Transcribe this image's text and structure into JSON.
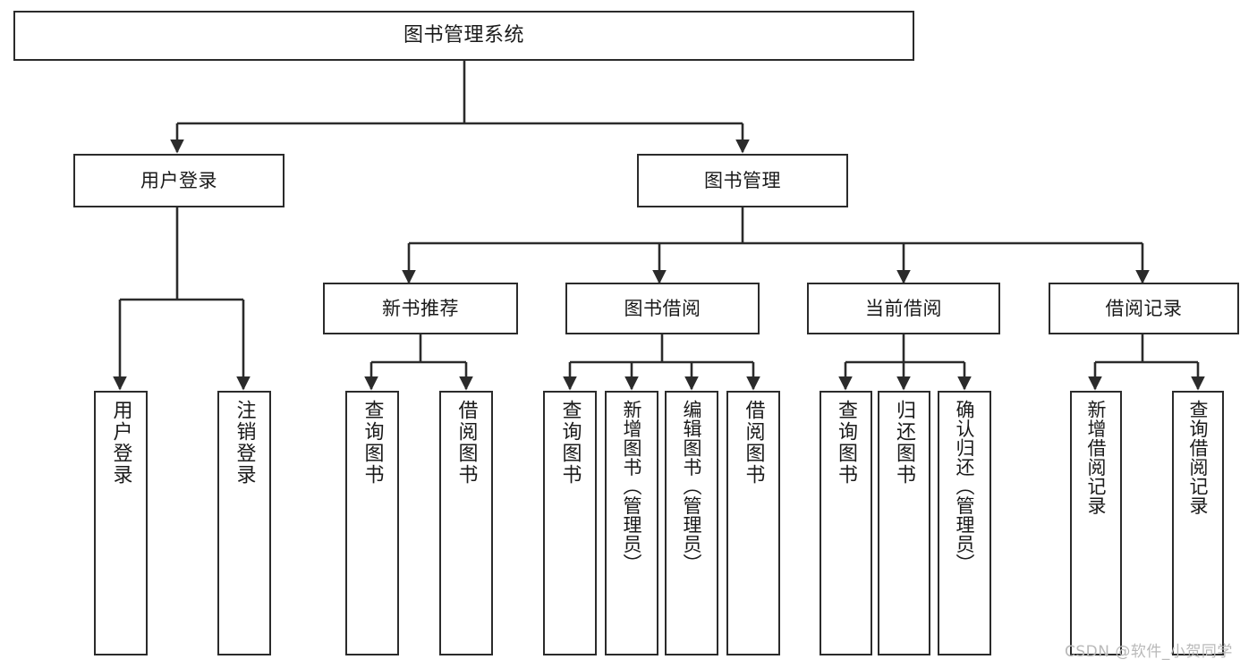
{
  "diagram": {
    "title": "图书管理系统",
    "type": "tree-hierarchy-chart",
    "watermark": "CSDN @软件_小贺同学",
    "colors": {
      "stroke": "#2b2b2b",
      "fill": "#ffffff",
      "text": "#1a1a1a",
      "watermark": "#b9b9b9"
    },
    "levels": {
      "root": {
        "label": "图书管理系统"
      },
      "modules": [
        {
          "label": "用户登录"
        },
        {
          "label": "图书管理"
        }
      ],
      "submodules": [
        {
          "label": "新书推荐"
        },
        {
          "label": "图书借阅"
        },
        {
          "label": "当前借阅"
        },
        {
          "label": "借阅记录"
        }
      ],
      "leaves": {
        "user_login": [
          {
            "label": "用户登录"
          },
          {
            "label": "注销登录"
          }
        ],
        "new_book_recommend": [
          {
            "label": "查询图书"
          },
          {
            "label": "借阅图书"
          }
        ],
        "book_borrow": [
          {
            "label": "查询图书"
          },
          {
            "label": "新增图书（管理员）"
          },
          {
            "label": "编辑图书（管理员）"
          },
          {
            "label": "借阅图书"
          }
        ],
        "current_borrow": [
          {
            "label": "查询图书"
          },
          {
            "label": "归还图书"
          },
          {
            "label": "确认归还（管理员）"
          }
        ],
        "borrow_record": [
          {
            "label": "新增借阅记录"
          },
          {
            "label": "查询借阅记录"
          }
        ]
      }
    }
  },
  "chart_data": {
    "type": "table",
    "title": "图书管理系统 功能结构图",
    "nodes": [
      {
        "id": "root",
        "label": "图书管理系统",
        "level": 0,
        "parent": null
      },
      {
        "id": "m1",
        "label": "用户登录",
        "level": 1,
        "parent": "root"
      },
      {
        "id": "m2",
        "label": "图书管理",
        "level": 1,
        "parent": "root"
      },
      {
        "id": "m1c1",
        "label": "用户登录",
        "level": 2,
        "parent": "m1"
      },
      {
        "id": "m1c2",
        "label": "注销登录",
        "level": 2,
        "parent": "m1"
      },
      {
        "id": "s1",
        "label": "新书推荐",
        "level": 2,
        "parent": "m2"
      },
      {
        "id": "s2",
        "label": "图书借阅",
        "level": 2,
        "parent": "m2"
      },
      {
        "id": "s3",
        "label": "当前借阅",
        "level": 2,
        "parent": "m2"
      },
      {
        "id": "s4",
        "label": "借阅记录",
        "level": 2,
        "parent": "m2"
      },
      {
        "id": "s1c1",
        "label": "查询图书",
        "level": 3,
        "parent": "s1"
      },
      {
        "id": "s1c2",
        "label": "借阅图书",
        "level": 3,
        "parent": "s1"
      },
      {
        "id": "s2c1",
        "label": "查询图书",
        "level": 3,
        "parent": "s2"
      },
      {
        "id": "s2c2",
        "label": "新增图书（管理员）",
        "level": 3,
        "parent": "s2"
      },
      {
        "id": "s2c3",
        "label": "编辑图书（管理员）",
        "level": 3,
        "parent": "s2"
      },
      {
        "id": "s2c4",
        "label": "借阅图书",
        "level": 3,
        "parent": "s2"
      },
      {
        "id": "s3c1",
        "label": "查询图书",
        "level": 3,
        "parent": "s3"
      },
      {
        "id": "s3c2",
        "label": "归还图书",
        "level": 3,
        "parent": "s3"
      },
      {
        "id": "s3c3",
        "label": "确认归还（管理员）",
        "level": 3,
        "parent": "s3"
      },
      {
        "id": "s4c1",
        "label": "新增借阅记录",
        "level": 3,
        "parent": "s4"
      },
      {
        "id": "s4c2",
        "label": "查询借阅记录",
        "level": 3,
        "parent": "s4"
      }
    ]
  }
}
